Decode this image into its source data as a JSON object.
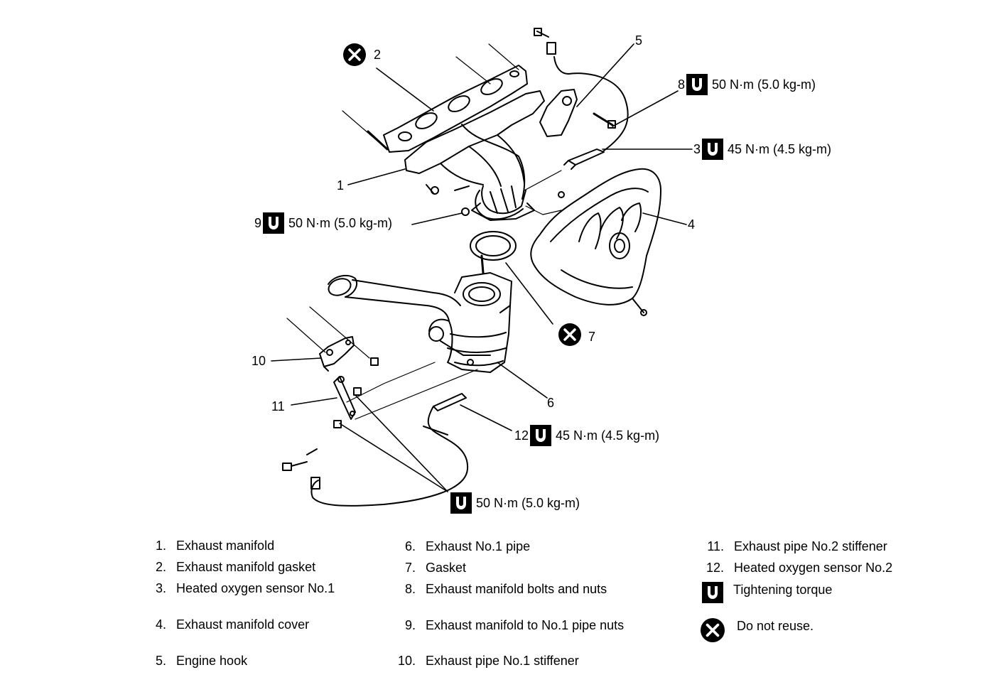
{
  "callouts": {
    "c1": "1",
    "c2": "2",
    "c3": "3",
    "c4": "4",
    "c5": "5",
    "c6": "6",
    "c7": "7",
    "c8": "8",
    "c9": "9",
    "c10": "10",
    "c11": "11",
    "c12": "12"
  },
  "torques": {
    "t8": "50 N·m (5.0 kg-m)",
    "t3": "45 N·m (4.5 kg-m)",
    "t9": "50 N·m (5.0 kg-m)",
    "t12": "45 N·m (4.5 kg-m)",
    "t_stiffener": "50 N·m (5.0 kg-m)"
  },
  "legend": {
    "items": [
      {
        "num": "1.",
        "label": "Exhaust manifold"
      },
      {
        "num": "2.",
        "label": "Exhaust manifold gasket"
      },
      {
        "num": "3.",
        "label": "Heated oxygen sensor No.1"
      },
      {
        "num": "4.",
        "label": "Exhaust manifold cover"
      },
      {
        "num": "5.",
        "label": "Engine hook"
      },
      {
        "num": "6.",
        "label": "Exhaust No.1 pipe"
      },
      {
        "num": "7.",
        "label": "Gasket"
      },
      {
        "num": "8.",
        "label": "Exhaust manifold bolts and nuts"
      },
      {
        "num": "9.",
        "label": "Exhaust manifold to No.1 pipe nuts"
      },
      {
        "num": "10.",
        "label": "Exhaust pipe No.1 stiffener"
      },
      {
        "num": "11.",
        "label": "Exhaust pipe No.2 stiffener"
      },
      {
        "num": "12.",
        "label": "Heated oxygen sensor No.2"
      }
    ],
    "torque_symbol_label": "Tightening torque",
    "noreuse_symbol_label": "Do not reuse."
  },
  "icons": {
    "torque": "torque-wrench-icon",
    "noreuse": "do-not-reuse-icon"
  }
}
